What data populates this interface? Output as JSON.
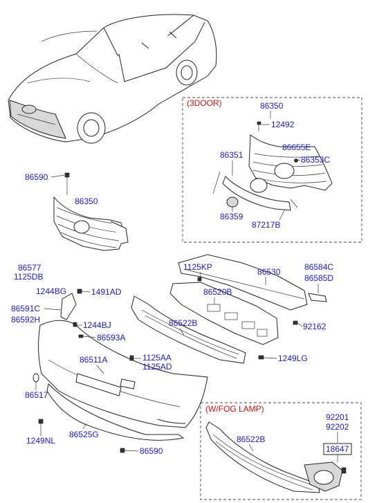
{
  "boxes": {
    "three_door_title": "(3DOOR)",
    "fog_lamp_title": "(W/FOG LAMP)"
  },
  "labels": {
    "p86350_top": "86350",
    "p12492": "12492",
    "p86655E": "86655E",
    "p86351": "86351",
    "p86353C": "86353C",
    "p86359": "86359",
    "p87217B": "87217B",
    "p86590_top": "86590",
    "p86350_left": "86350",
    "p86577": "86577",
    "p1125DB": "1125DB",
    "p1244BG": "1244BG",
    "p1491AD": "1491AD",
    "p86591C": "86591C",
    "p86592H": "86592H",
    "p1244BJ": "1244BJ",
    "p86593A": "86593A",
    "p1125KP": "1125KP",
    "p86530": "86530",
    "p86584C": "86584C",
    "p86585D": "86585D",
    "p86520B": "86520B",
    "p86522B": "86522B",
    "p92162": "92162",
    "p86511A": "86511A",
    "p1125AA": "1125AA",
    "p1125AD": "1125AD",
    "p1249LG": "1249LG",
    "p86517": "86517",
    "p1249NL": "1249NL",
    "p86525G": "86525G",
    "p86590_bottom": "86590",
    "p86522B_fog": "86522B",
    "p92201": "92201",
    "p92202": "92202",
    "p18647": "18647"
  },
  "colors": {
    "label": "#1a1ad0",
    "box_title": "#d01010",
    "line": "#222222"
  }
}
